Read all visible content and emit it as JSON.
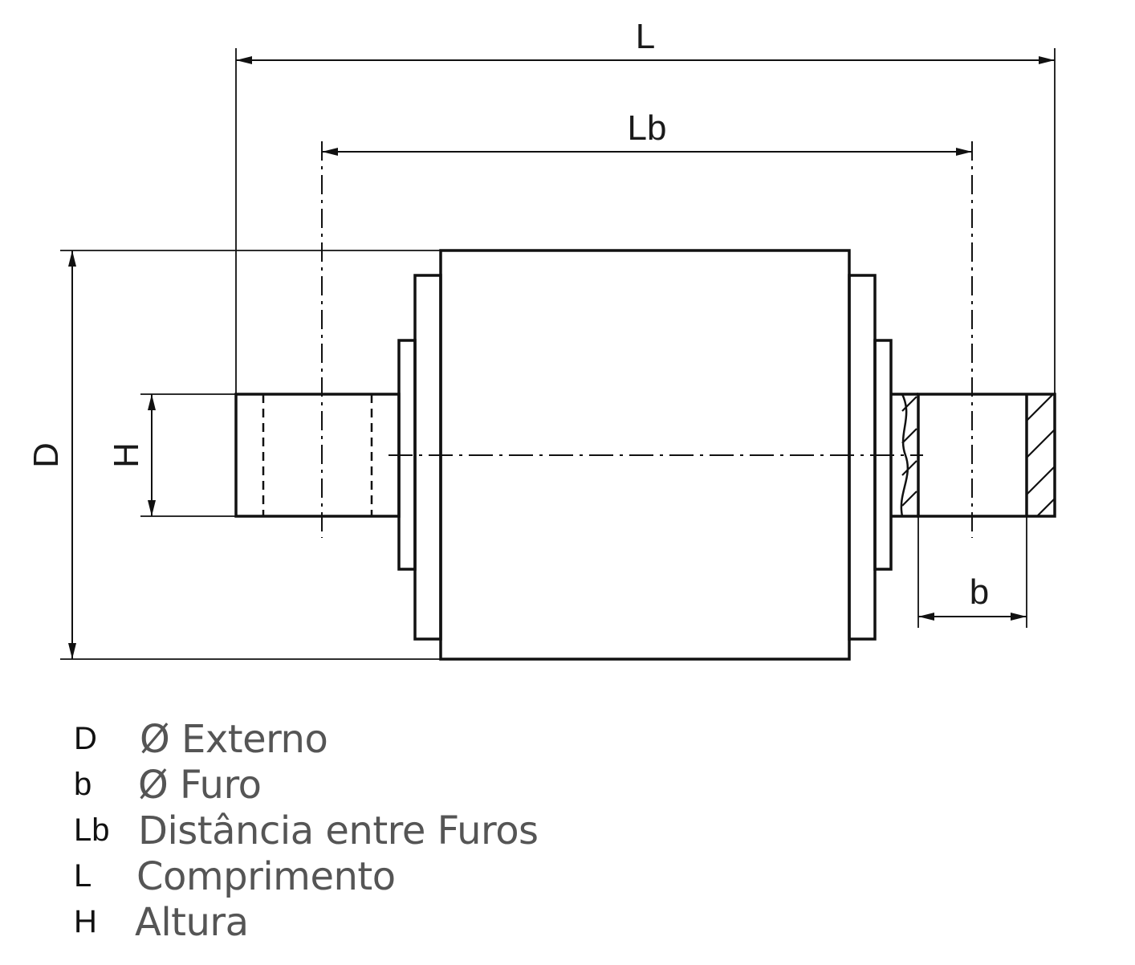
{
  "dimension_labels": {
    "length": "L",
    "hole_distance": "Lb",
    "outer_diameter": "D",
    "height": "H",
    "hole_diameter": "b"
  },
  "legend": [
    {
      "symbol": "D",
      "description": "Ø Externo"
    },
    {
      "symbol": "b",
      "description": "Ø Furo"
    },
    {
      "symbol": "Lb",
      "description": "Distância entre Furos"
    },
    {
      "symbol": "L",
      "description": "Comprimento"
    },
    {
      "symbol": "H",
      "description": "Altura"
    }
  ],
  "colors": {
    "line": "#111111",
    "legend_text": "#555555",
    "legend_symbol": "#111111"
  }
}
